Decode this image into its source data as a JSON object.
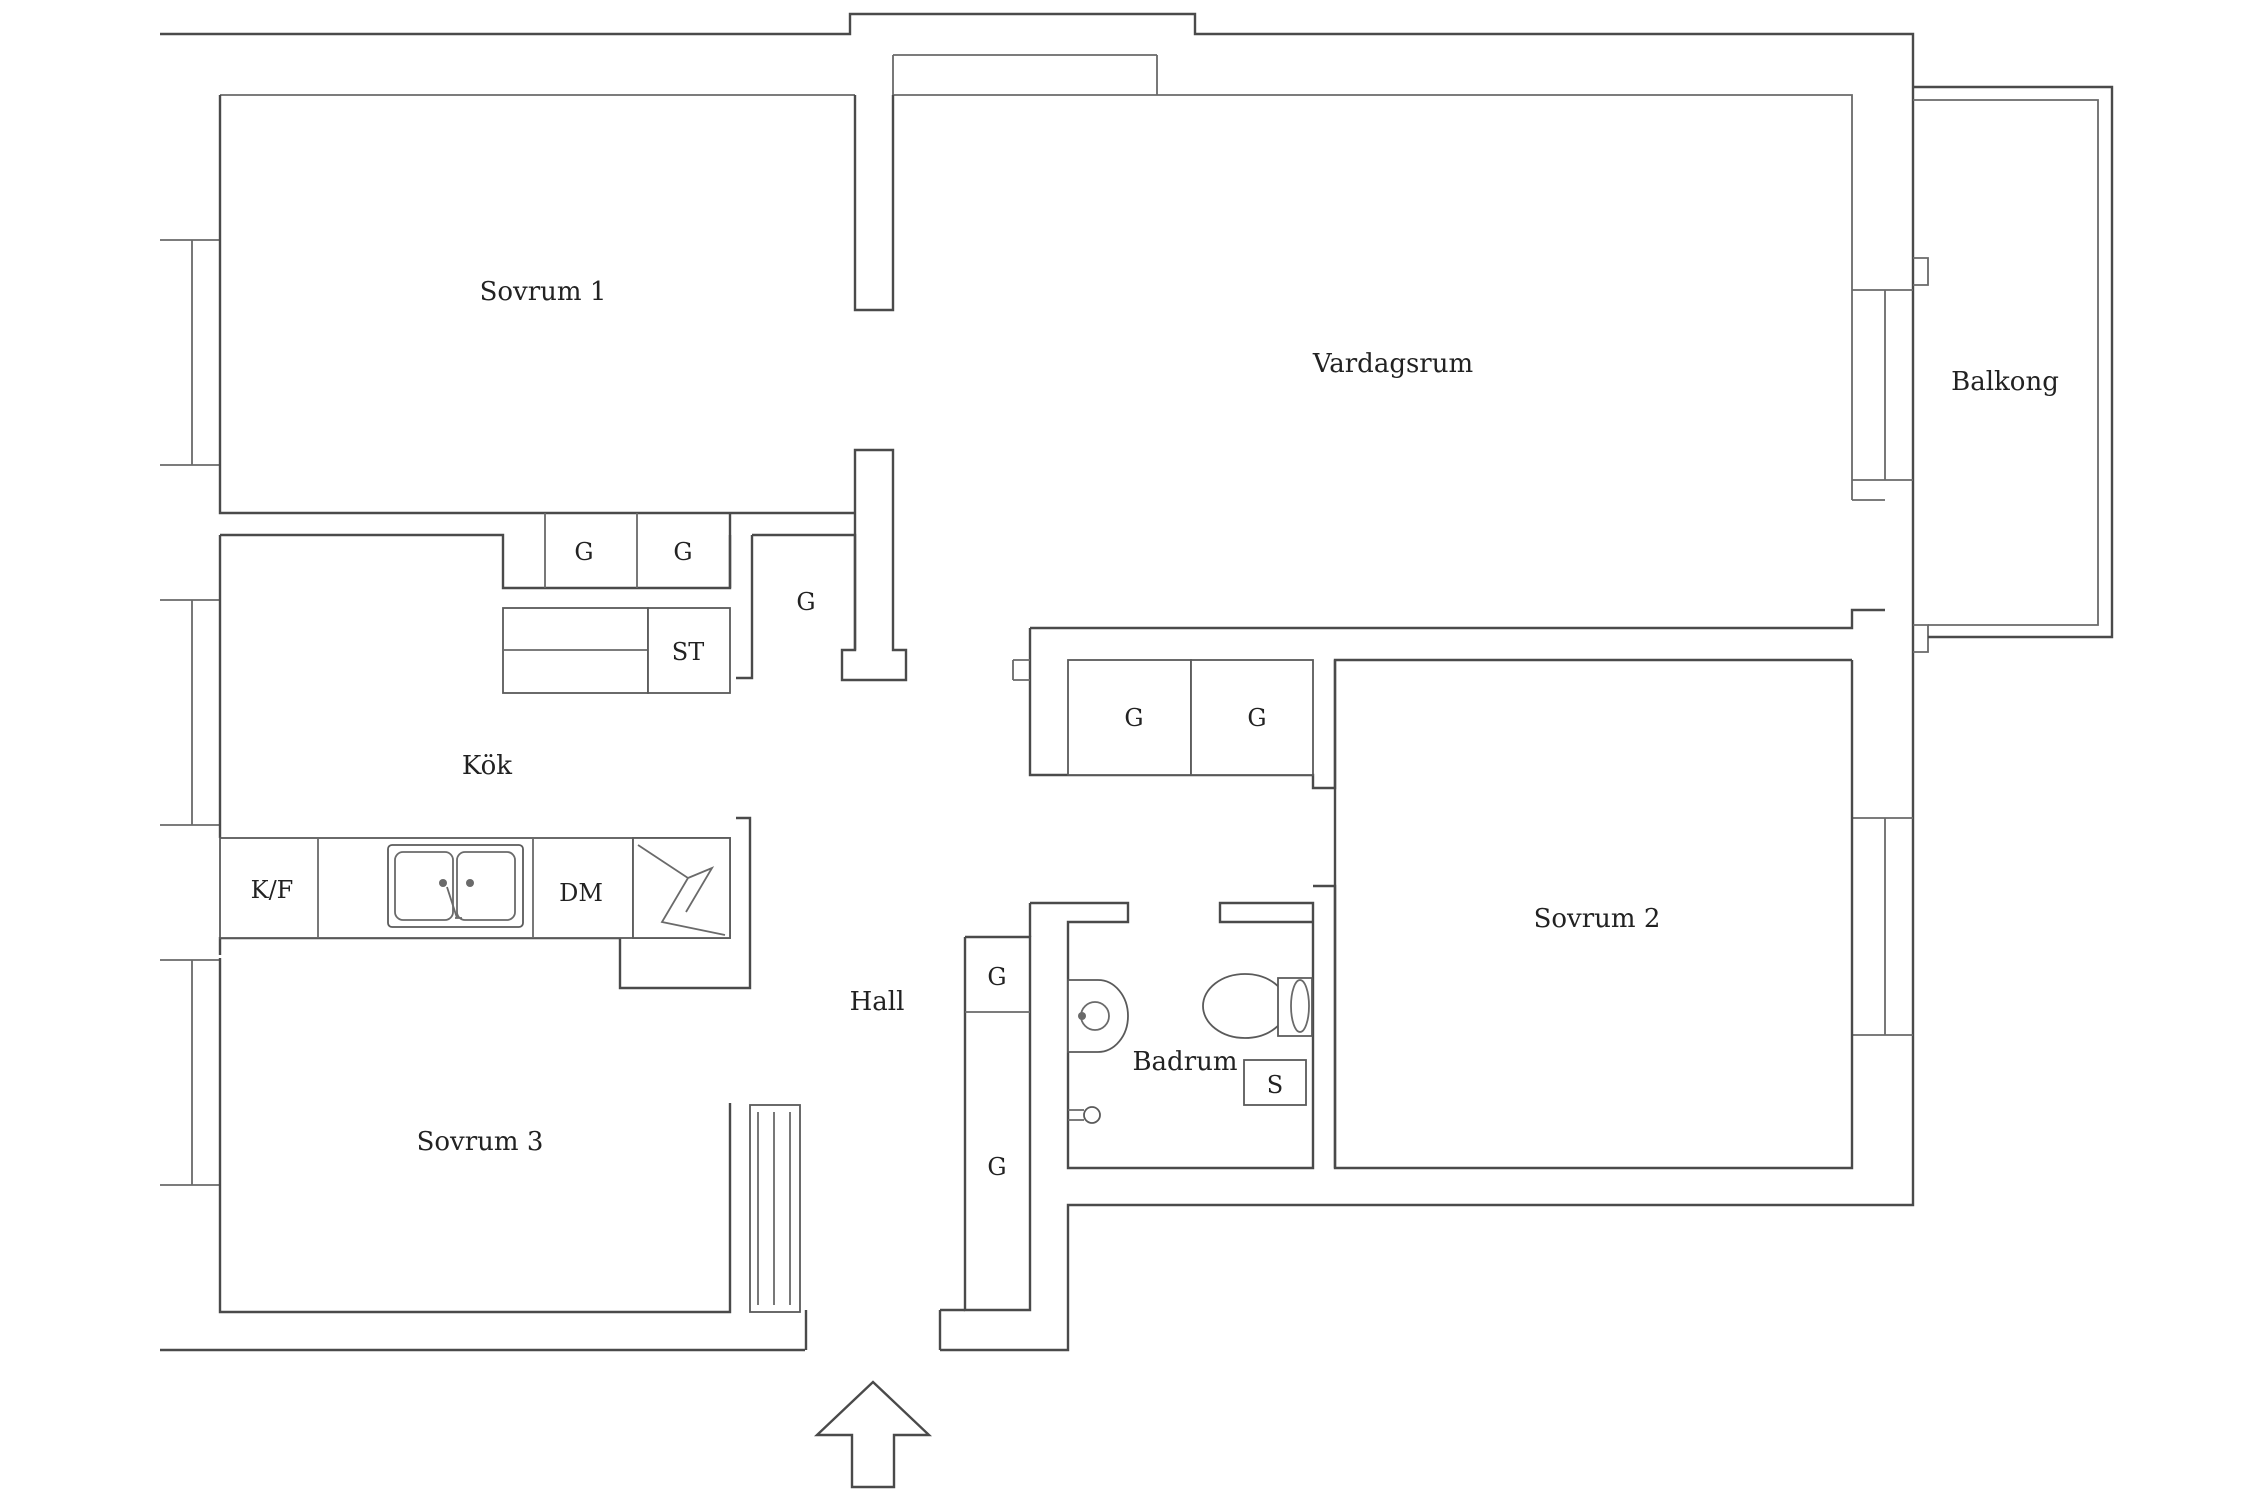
{
  "rooms": {
    "sovrum1": "Sovrum 1",
    "vardagsrum": "Vardagsrum",
    "balkong": "Balkong",
    "kok": "Kök",
    "hall": "Hall",
    "sovrum2": "Sovrum 2",
    "sovrum3": "Sovrum 3",
    "badrum": "Badrum"
  },
  "fixtures": {
    "garderob": "G",
    "stadskap": "ST",
    "kyl_frys": "K/F",
    "diskmaskin": "DM",
    "shower": "S"
  },
  "colors": {
    "wall": "#4a4a4a",
    "background": "#ffffff"
  }
}
